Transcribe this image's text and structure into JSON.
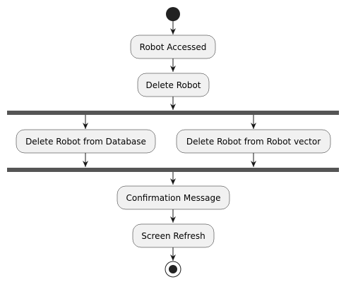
{
  "diagram": {
    "type": "uml-activity",
    "colors": {
      "background": "#ffffff",
      "node_fill": "#f1f1f1",
      "node_stroke": "#181818",
      "bar_fill": "#555555",
      "start_fill": "#222222"
    },
    "nodes": [
      {
        "id": "robot-accessed",
        "label": "Robot Accessed"
      },
      {
        "id": "delete-robot",
        "label": "Delete Robot"
      },
      {
        "id": "delete-from-database",
        "label": "Delete Robot from Database"
      },
      {
        "id": "delete-from-vector",
        "label": "Delete Robot from Robot vector"
      },
      {
        "id": "confirmation-message",
        "label": "Confirmation Message"
      },
      {
        "id": "screen-refresh",
        "label": "Screen Refresh"
      }
    ],
    "fork_join": [
      "fork",
      "join"
    ],
    "flow": [
      [
        "start",
        "robot-accessed"
      ],
      [
        "robot-accessed",
        "delete-robot"
      ],
      [
        "delete-robot",
        "fork"
      ],
      [
        "fork",
        "delete-from-database"
      ],
      [
        "fork",
        "delete-from-vector"
      ],
      [
        "delete-from-database",
        "join"
      ],
      [
        "delete-from-vector",
        "join"
      ],
      [
        "join",
        "confirmation-message"
      ],
      [
        "confirmation-message",
        "screen-refresh"
      ],
      [
        "screen-refresh",
        "end"
      ]
    ]
  }
}
